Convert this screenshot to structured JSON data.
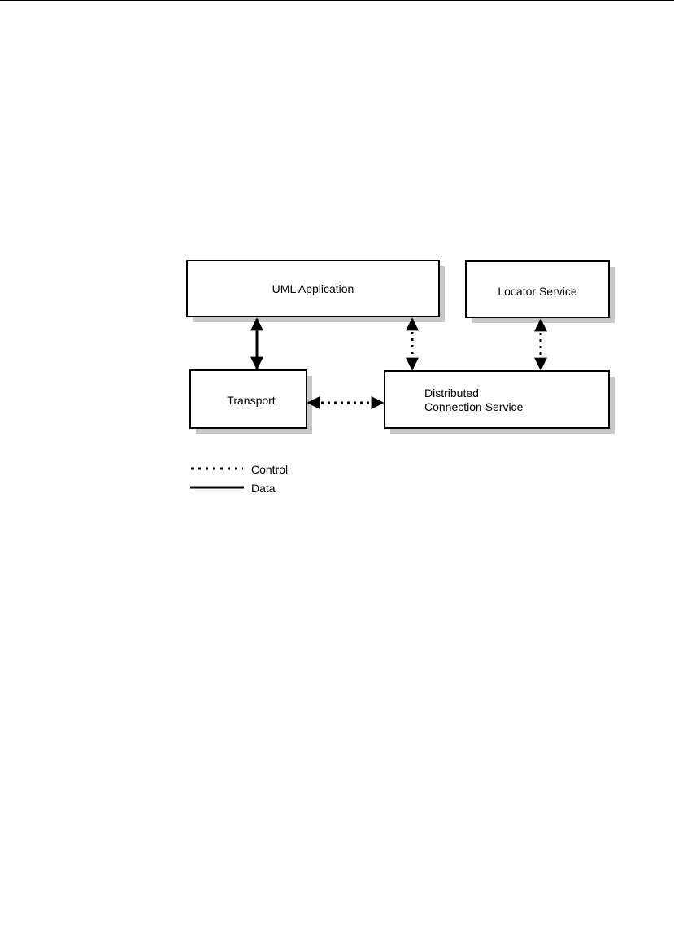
{
  "diagram": {
    "nodes": {
      "uml_application": {
        "label": "UML Application"
      },
      "locator_service": {
        "label": "Locator Service"
      },
      "transport": {
        "label": "Transport"
      },
      "distributed_connection_service": {
        "label_line1": "Distributed",
        "label_line2": "Connection Service"
      }
    },
    "connections": [
      {
        "from": "uml_application",
        "to": "transport",
        "kind": "Data",
        "bidirectional": true
      },
      {
        "from": "uml_application",
        "to": "distributed_connection_service",
        "kind": "Control",
        "bidirectional": true
      },
      {
        "from": "locator_service",
        "to": "distributed_connection_service",
        "kind": "Control",
        "bidirectional": true
      },
      {
        "from": "transport",
        "to": "distributed_connection_service",
        "kind": "Control",
        "bidirectional": true
      }
    ],
    "legend": {
      "control_label": "Control",
      "data_label": "Data"
    },
    "colors": {
      "stroke": "#000000",
      "shadow": "#c8c8c8",
      "fill": "#ffffff"
    }
  }
}
